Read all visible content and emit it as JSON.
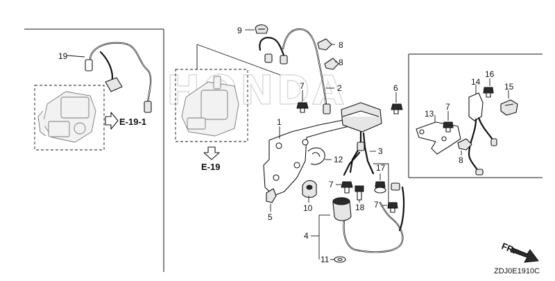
{
  "watermark": "HONDA",
  "diagram_code": "ZDJ0E1910C",
  "front_indicator": "FR.",
  "references": {
    "e19_1": "E-19-1",
    "e19": "E-19"
  },
  "callouts": {
    "c1": "1",
    "c2": "2",
    "c3": "3",
    "c4": "4",
    "c5": "5",
    "c6": "6",
    "c7a": "7",
    "c7b": "7",
    "c7c": "7",
    "c7d": "7",
    "c8a": "8",
    "c8b": "8",
    "c8c": "8",
    "c9": "9",
    "c10": "10",
    "c11": "11",
    "c12": "12",
    "c13": "13",
    "c14": "14",
    "c15": "15",
    "c16": "16",
    "c17": "17",
    "c18": "18",
    "c19": "19"
  }
}
